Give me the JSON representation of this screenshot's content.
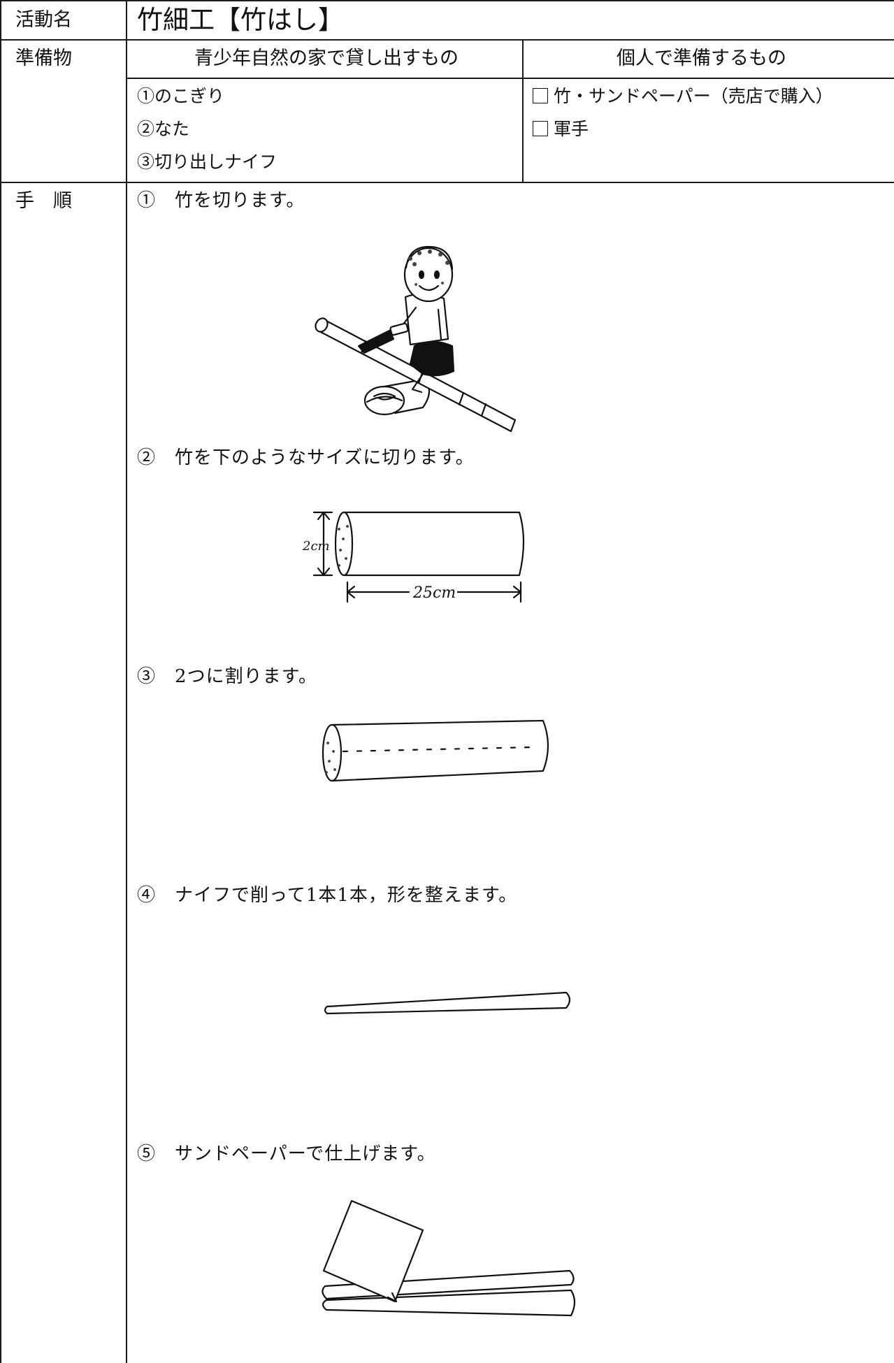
{
  "table": {
    "activity_label": "活動名",
    "activity_title": "竹細工【竹はし】",
    "preparation_label": "準備物",
    "lend_header": "青少年自然の家で貸し出すもの",
    "personal_header": "個人で準備するもの",
    "lend_items": [
      "①のこぎり",
      "②なた",
      "③切り出しナイフ"
    ],
    "personal_items": [
      "竹・サンドペーパー（売店で購入）",
      "軍手"
    ],
    "procedure_label": "手　順"
  },
  "steps": [
    {
      "number": "①",
      "text": "竹を切ります。"
    },
    {
      "number": "②",
      "text": "竹を下のようなサイズに切ります。"
    },
    {
      "number": "③",
      "text": "2つに割ります。"
    },
    {
      "number": "④",
      "text": "ナイフで削って1本1本，形を整えます。"
    },
    {
      "number": "⑤",
      "text": "サンドペーパーで仕上げます。"
    }
  ],
  "diagram": {
    "diameter_label": "2cm",
    "length_label": "25cm"
  }
}
